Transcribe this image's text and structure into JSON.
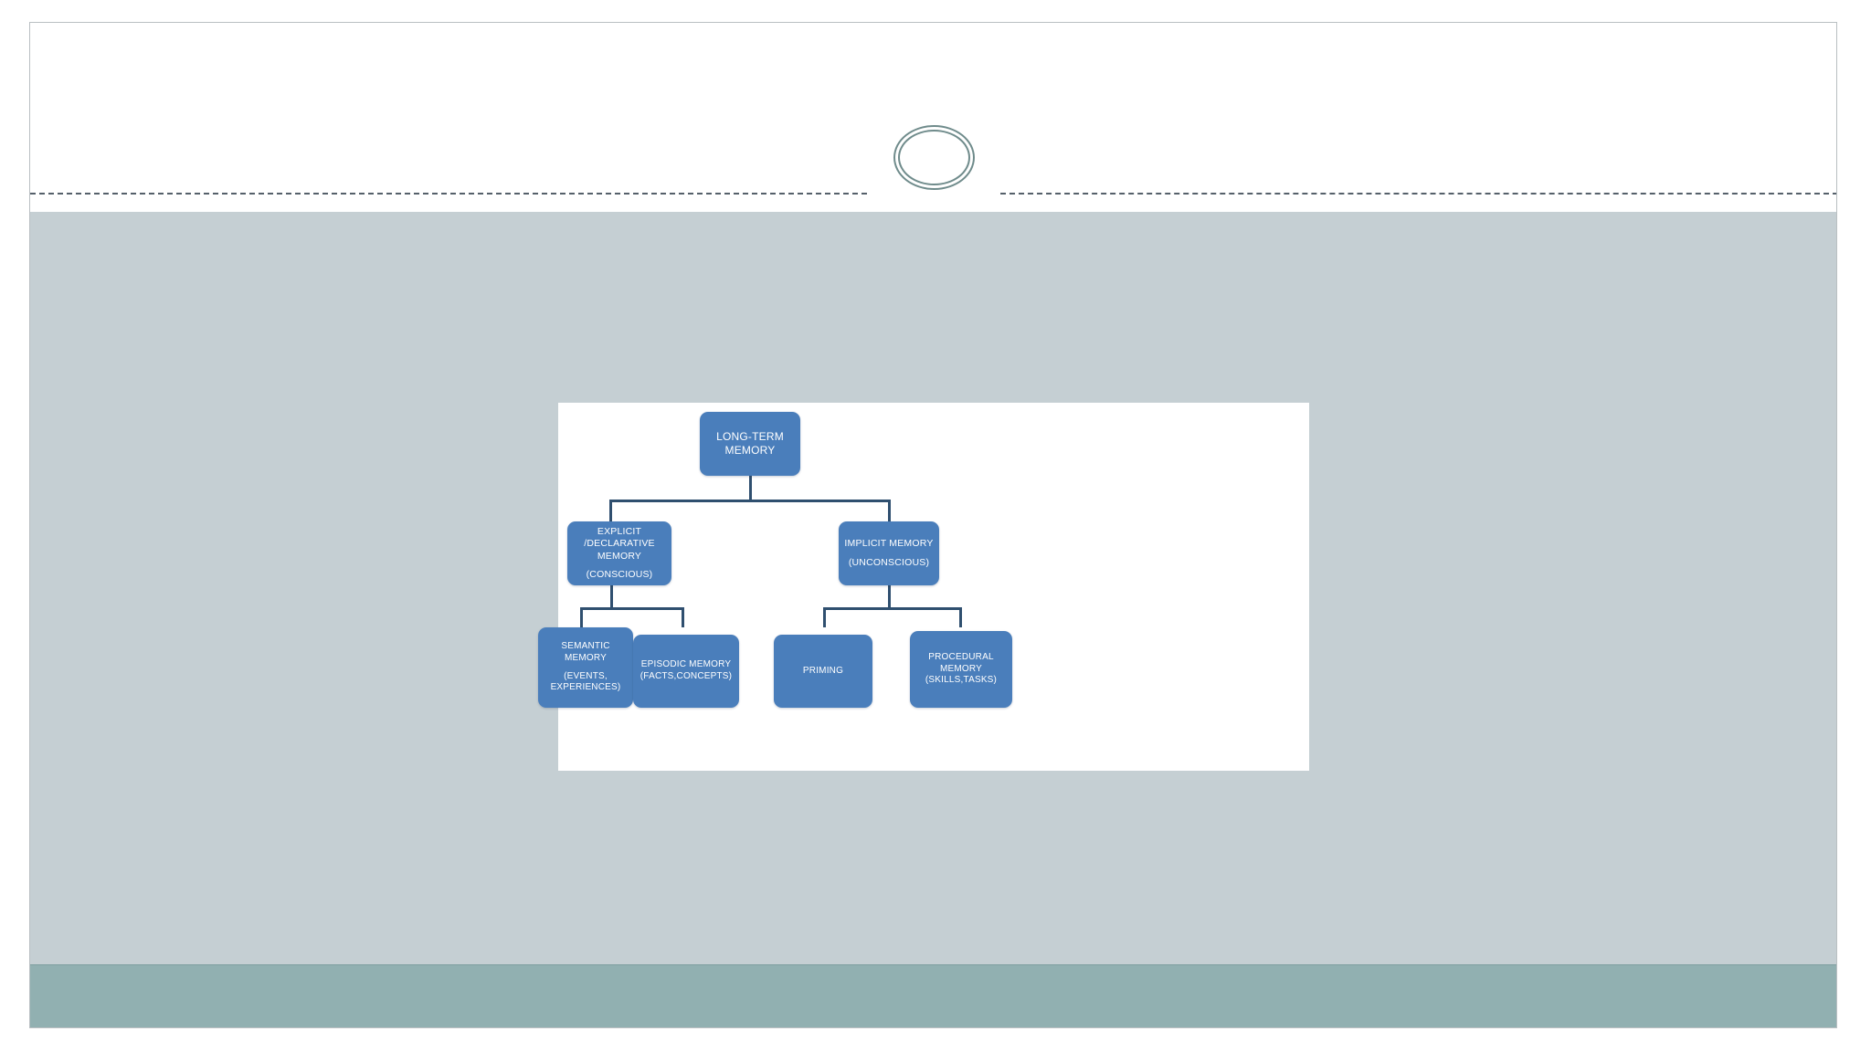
{
  "slide": {
    "title": "",
    "ornament_icon": "double-ellipse-ornament",
    "colors": {
      "body_background": "#c5cfd3",
      "footer_band": "#91b0b1",
      "title_background": "#ffffff",
      "divider": "#55606a",
      "ornament_stroke": "#6f8b8b",
      "node_fill": "#4a7ebb",
      "node_text": "#ffffff",
      "connector": "#2f4f6f",
      "panel_background": "#ffffff"
    }
  },
  "chart_data": {
    "type": "diagram",
    "diagram_type": "hierarchy-tree",
    "title": "",
    "root": "LONG-TERM MEMORY",
    "levels": 3,
    "nodes": [
      {
        "id": "long-term-memory",
        "level": 0,
        "lines": [
          "LONG-TERM",
          "MEMORY"
        ],
        "parent": null
      },
      {
        "id": "explicit-declarative-memory",
        "level": 1,
        "lines": [
          "EXPLICIT",
          "/DECLARATIVE",
          "MEMORY",
          "",
          "(CONSCIOUS)"
        ],
        "parent": "long-term-memory"
      },
      {
        "id": "implicit-memory",
        "level": 1,
        "lines": [
          "IMPLICIT MEMORY",
          "",
          "(UNCONSCIOUS)"
        ],
        "parent": "long-term-memory"
      },
      {
        "id": "semantic-memory",
        "level": 2,
        "lines": [
          "SEMANTIC",
          "MEMORY",
          "",
          "(EVENTS,",
          "EXPERIENCES)"
        ],
        "parent": "explicit-declarative-memory"
      },
      {
        "id": "episodic-memory",
        "level": 2,
        "lines": [
          "EPISODIC MEMORY",
          "(FACTS,CONCEPTS)"
        ],
        "parent": "explicit-declarative-memory"
      },
      {
        "id": "priming",
        "level": 2,
        "lines": [
          "PRIMING"
        ],
        "parent": "implicit-memory"
      },
      {
        "id": "procedural-memory",
        "level": 2,
        "lines": [
          "PROCEDURAL",
          "MEMORY",
          "(SKILLS,TASKS)"
        ],
        "parent": "implicit-memory"
      }
    ],
    "edges": [
      {
        "from": "long-term-memory",
        "to": "explicit-declarative-memory"
      },
      {
        "from": "long-term-memory",
        "to": "implicit-memory"
      },
      {
        "from": "explicit-declarative-memory",
        "to": "semantic-memory"
      },
      {
        "from": "explicit-declarative-memory",
        "to": "episodic-memory"
      },
      {
        "from": "implicit-memory",
        "to": "priming"
      },
      {
        "from": "implicit-memory",
        "to": "procedural-memory"
      }
    ]
  }
}
